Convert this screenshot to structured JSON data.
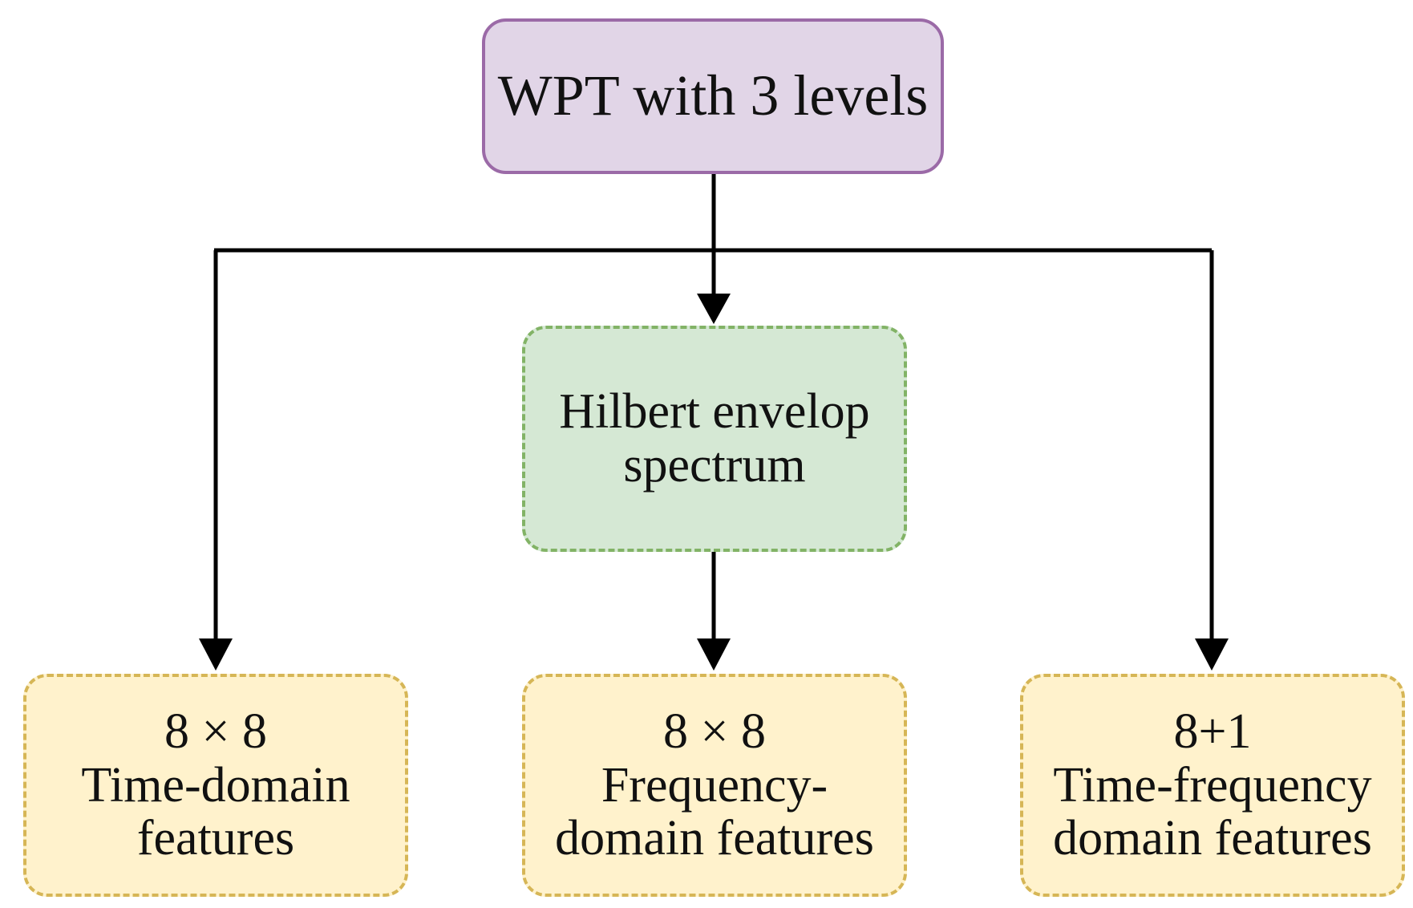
{
  "diagram": {
    "root": {
      "label": "WPT with 3 levels"
    },
    "hilbert": {
      "line1": "Hilbert envelop",
      "line2": "spectrum"
    },
    "features": [
      {
        "count": "8 × 8",
        "line1": "Time-domain",
        "line2": "features"
      },
      {
        "count": "8 × 8",
        "line1": "Frequency-",
        "line2": "domain features"
      },
      {
        "count": "8+1",
        "line1": "Time-frequency",
        "line2": "domain features"
      }
    ]
  },
  "colors": {
    "root_fill": "#e1d5e7",
    "root_border": "#9b6aa7",
    "hilbert_fill": "#d5e8d4",
    "hilbert_border": "#82b366",
    "feature_fill": "#fff2cc",
    "feature_border": "#d6b656",
    "connector": "#000000"
  }
}
